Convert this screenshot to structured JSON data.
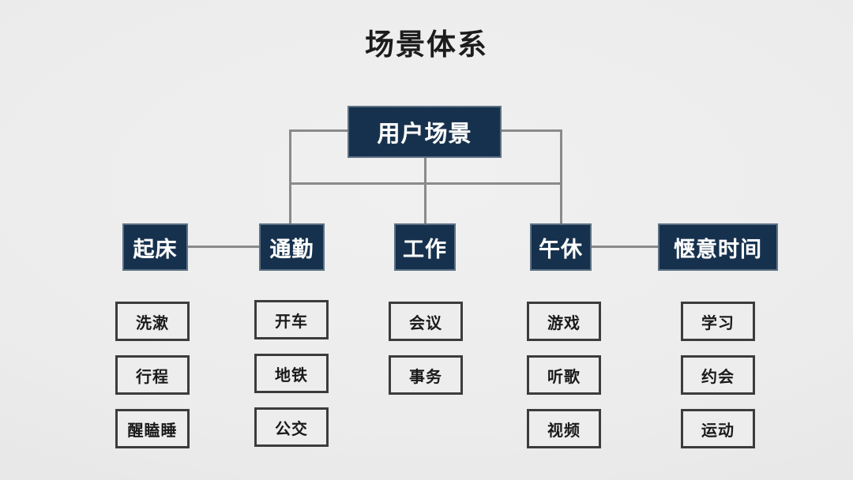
{
  "page": {
    "title": "场景体系",
    "background_color": "#ebebeb",
    "node_fill": "#16314d",
    "node_border": "#5d7184",
    "leaf_fill": "#ededed",
    "leaf_border": "#3c3c3c",
    "connector_color": "#8a8a8a"
  },
  "diagram": {
    "type": "org-chart",
    "root": {
      "label": "用户场景"
    },
    "branches": [
      {
        "label": "起床",
        "children": [
          {
            "label": "洗漱"
          },
          {
            "label": "行程"
          },
          {
            "label": "醒瞌睡"
          }
        ]
      },
      {
        "label": "通勤",
        "children": [
          {
            "label": "开车"
          },
          {
            "label": "地铁"
          },
          {
            "label": "公交"
          }
        ]
      },
      {
        "label": "工作",
        "children": [
          {
            "label": "会议"
          },
          {
            "label": "事务"
          }
        ]
      },
      {
        "label": "午休",
        "children": [
          {
            "label": "游戏"
          },
          {
            "label": "听歌"
          },
          {
            "label": "视频"
          }
        ]
      },
      {
        "label": "惬意时间",
        "children": [
          {
            "label": "学习"
          },
          {
            "label": "约会"
          },
          {
            "label": "运动"
          }
        ]
      }
    ]
  }
}
